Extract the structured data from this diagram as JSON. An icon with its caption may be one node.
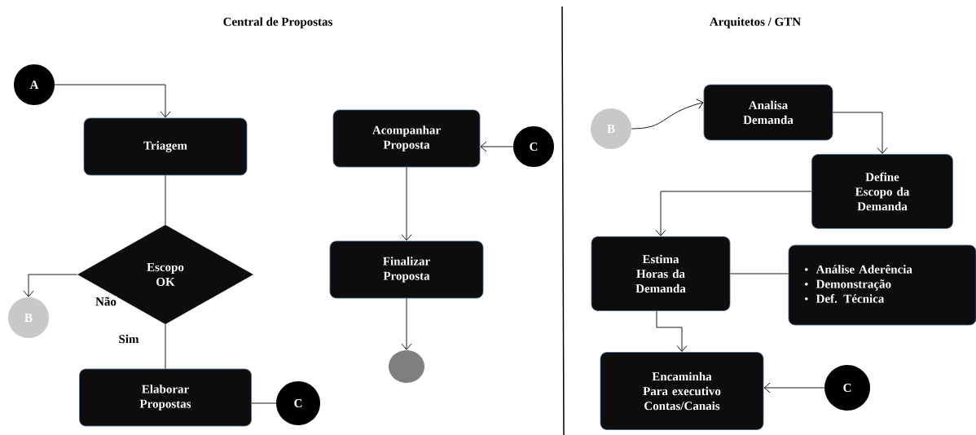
{
  "diagram": {
    "nodes": [
      {
        "text": [
          "A"
        ]
      },
      {
        "text": [
          "Triagem"
        ]
      },
      {
        "text": [
          "Escopo OK"
        ]
      },
      {
        "text": [
          "B"
        ]
      },
      {
        "text": [
          "Elaborar Propostas"
        ]
      },
      {
        "text": [
          "C"
        ]
      },
      {
        "text": [
          "Acompanhar Proposta"
        ]
      },
      {
        "text": [
          "C"
        ]
      },
      {
        "text": [
          "Finalizar Proposta"
        ]
      },
      {
        "text": [],
        "shape": "circle"
      },
      {
        "text": [
          "B"
        ]
      },
      {
        "text": [
          "Analisa Demanda"
        ]
      },
      {
        "text": [
          "Define Escopo da Demanda"
        ]
      },
      {
        "text": [
          "Estima Horas da Demanda"
        ]
      },
      {
        "text": [
          "Análise Aderência",
          "Demonstração",
          "Def. Técnica"
        ]
      },
      {
        "text": [
          "Encaminha Para executivo Contas/Canais"
        ]
      },
      {
        "text": [
          "C"
        ]
      }
    ],
    "edges": [
      {
        "from": 0,
        "to": 1,
        "arrow": "to"
      },
      {
        "from": 1,
        "to": 2,
        "arrow": "none"
      },
      {
        "from": 2,
        "to": 3,
        "arrow": "to",
        "label": "Não"
      },
      {
        "from": 2,
        "to": 4,
        "arrow": "none",
        "label": "Sim"
      },
      {
        "from": 4,
        "to": 5,
        "arrow": "none"
      },
      {
        "from": 7,
        "to": 6,
        "arrow": "to"
      },
      {
        "from": 6,
        "to": 8,
        "arrow": "to"
      },
      {
        "from": 8,
        "to": 9,
        "arrow": "to"
      },
      {
        "from": 10,
        "to": 11,
        "arrow": "to"
      },
      {
        "from": 11,
        "to": 12,
        "arrow": "to"
      },
      {
        "from": 12,
        "to": 13,
        "arrow": "to"
      },
      {
        "from": 13,
        "to": 14,
        "arrow": "none"
      },
      {
        "from": 13,
        "to": 15,
        "arrow": "to"
      },
      {
        "from": 16,
        "to": 15,
        "arrow": "to"
      }
    ],
    "labels": [
      "Central de Propostas",
      "Arquitetos / GTN"
    ]
  }
}
